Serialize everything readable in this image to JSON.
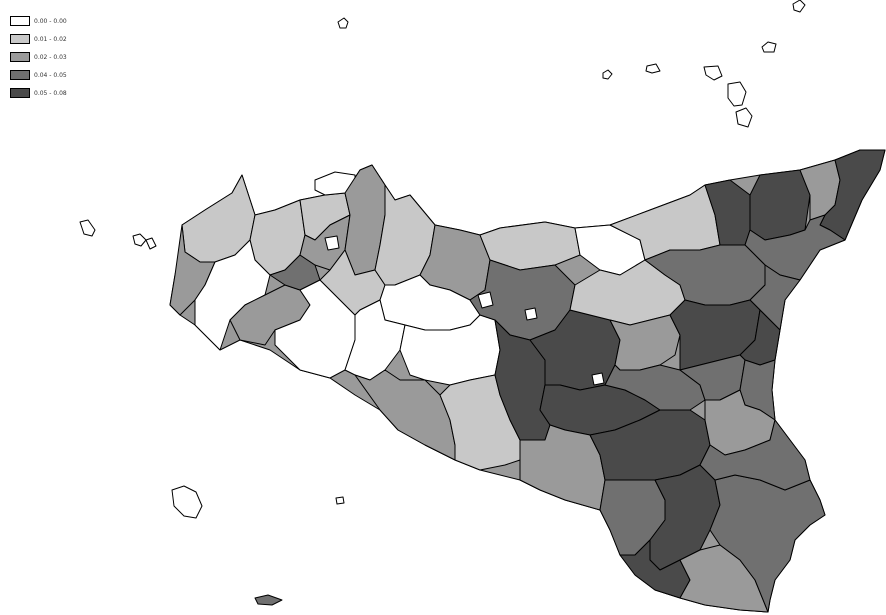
{
  "legend": {
    "classes": [
      {
        "label": "0.00 - 0.00",
        "color": "#ffffff"
      },
      {
        "label": "0.01 - 0.02",
        "color": "#c8c8c8"
      },
      {
        "label": "0.02 - 0.03",
        "color": "#9a9a9a"
      },
      {
        "label": "0.04 - 0.05",
        "color": "#707070"
      },
      {
        "label": "0.05 - 0.08",
        "color": "#4a4a4a"
      }
    ]
  }
}
